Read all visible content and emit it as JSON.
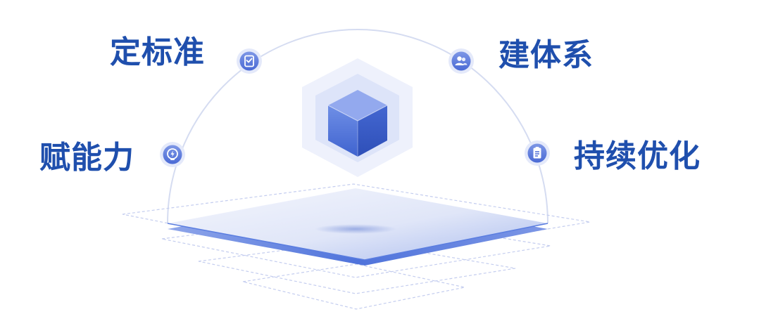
{
  "labels": {
    "top_left": "定标准",
    "top_right": "建体系",
    "middle_left": "赋能力",
    "middle_right": "持续优化"
  },
  "icons": {
    "top_left": "clipboard-check-icon",
    "top_right": "users-icon",
    "middle_left": "lightning-bulb-icon",
    "middle_right": "document-list-icon"
  },
  "colors": {
    "text": "#1f4fad",
    "primary": "#4a6fd8",
    "arc": "#d7def2",
    "platform_light": "#e4e9fa",
    "platform_edge": "#5a7de0"
  }
}
